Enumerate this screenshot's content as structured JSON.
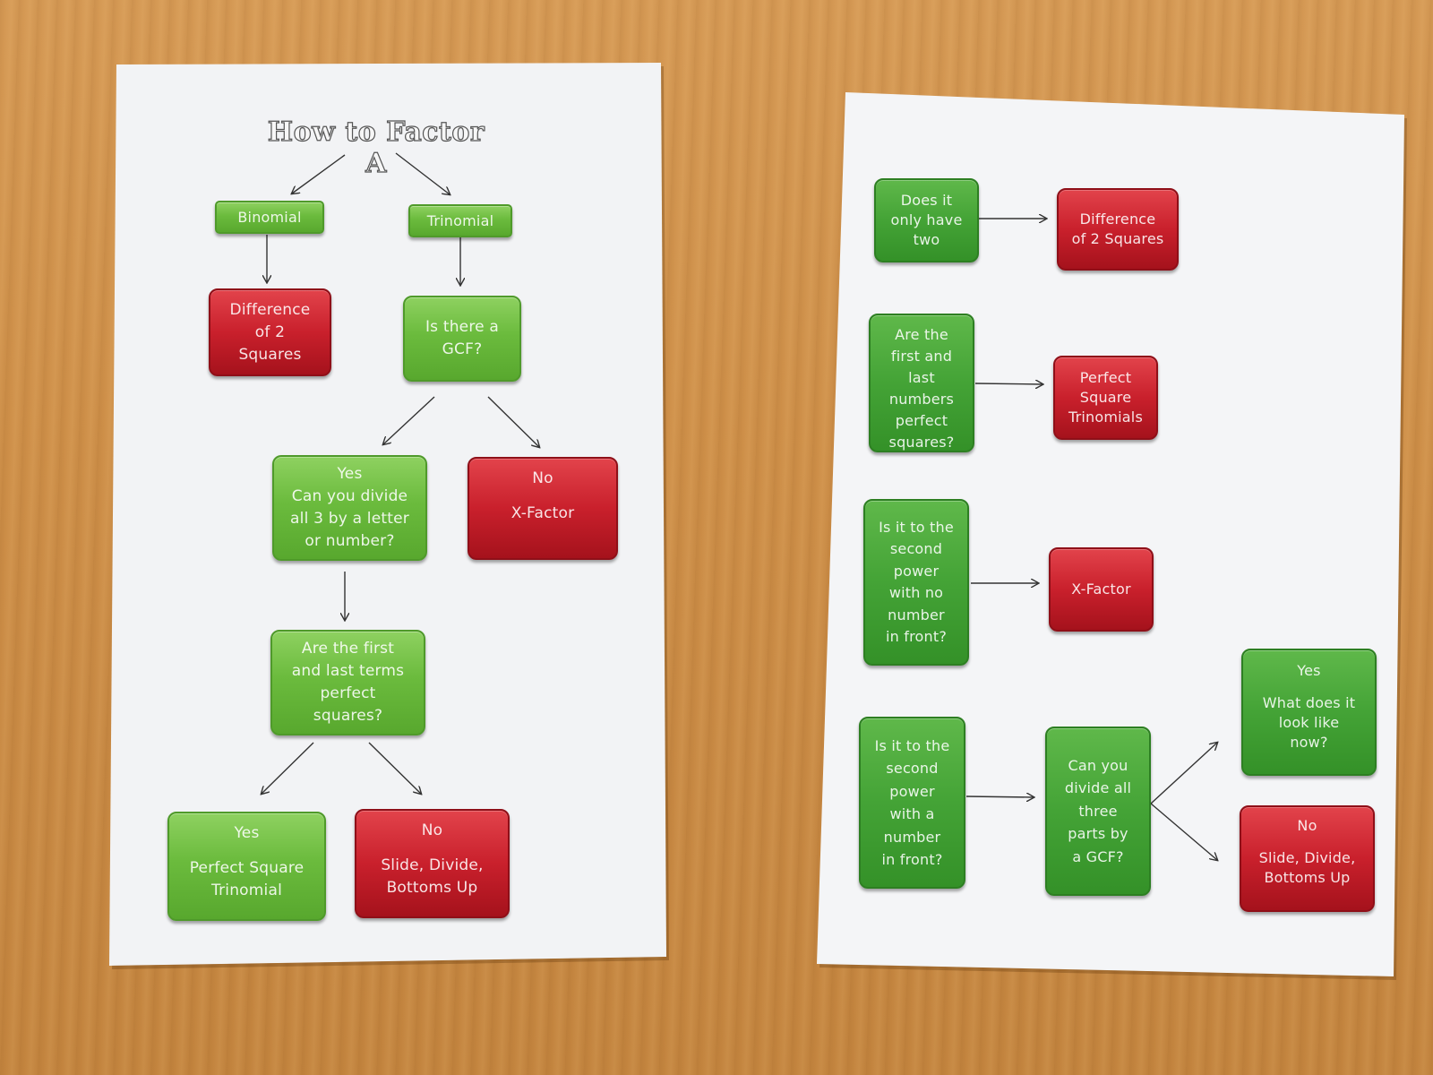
{
  "left_sheet": {
    "title": "How to Factor A",
    "binomial": "Binomial",
    "trinomial": "Trinomial",
    "diff_squares": [
      "Difference",
      "of 2",
      "Squares"
    ],
    "gcf_question": [
      "Is there a",
      "GCF?"
    ],
    "yes_divide": [
      "Yes",
      "Can you divide",
      "all 3 by a letter",
      "or number?"
    ],
    "no_xfactor": {
      "heading": "No",
      "body": "X-Factor"
    },
    "perfect_question": [
      "Are the first",
      "and last terms",
      "perfect",
      "squares?"
    ],
    "yes_pst": {
      "heading": "Yes",
      "body": [
        "Perfect Square",
        "Trinomial"
      ]
    },
    "no_sdbu": {
      "heading": "No",
      "body": [
        "Slide, Divide,",
        "Bottoms Up"
      ]
    }
  },
  "right_sheet": {
    "only_two": [
      "Does it",
      "only have",
      "two"
    ],
    "diff_squares": [
      "Difference",
      "of 2 Squares"
    ],
    "first_last": [
      "Are the",
      "first and",
      "last",
      "numbers",
      "perfect",
      "squares?"
    ],
    "pst": [
      "Perfect",
      "Square",
      "Trinomials"
    ],
    "second_power_no": [
      "Is it to the",
      "second",
      "power",
      "with no",
      "number",
      "in front?"
    ],
    "xfactor": "X-Factor",
    "second_power_with": [
      "Is it to the",
      "second",
      "power",
      "with a",
      "number",
      "in front?"
    ],
    "divide_gcf": [
      "Can you",
      "divide all",
      "three",
      "parts by",
      "a GCF?"
    ],
    "yes_look": {
      "heading": "Yes",
      "body": [
        "What does it",
        "look like",
        "now?"
      ]
    },
    "no_sdbu": {
      "heading": "No",
      "body": [
        "Slide, Divide,",
        "Bottoms Up"
      ]
    }
  },
  "colors": {
    "green": "#6bbb3d",
    "dark_green": "#44a336",
    "red": "#c9202c",
    "paper": "#f3f4f6",
    "wood": "#cf9049"
  }
}
